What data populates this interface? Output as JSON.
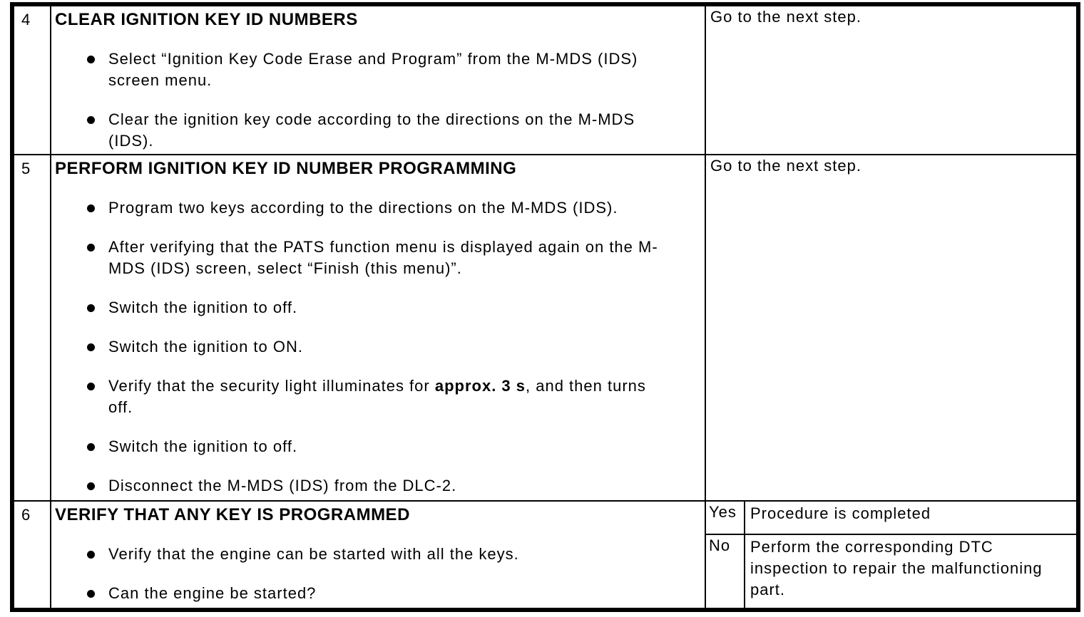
{
  "page": {
    "background": "#ffffff",
    "text_color": "#000000",
    "border_color": "#000000"
  },
  "table": {
    "rows": [
      {
        "step": "4",
        "title": "CLEAR IGNITION KEY ID NUMBERS",
        "bullets": [
          "Select “Ignition Key Code Erase and Program” from the M-MDS (IDS) screen menu.",
          "Clear the ignition key code according to the directions on the M-MDS (IDS)."
        ],
        "action": "Go to the next step."
      },
      {
        "step": "5",
        "title": "PERFORM IGNITION KEY ID NUMBER PROGRAMMING",
        "bullets": [
          "Program two keys according to the directions on the M-MDS (IDS).",
          "After verifying that the PATS function menu is displayed again on the M-MDS (IDS) screen, select “Finish (this menu)”.",
          "Switch the ignition to off.",
          "Switch the ignition to ON.",
          {
            "pre": "Verify that the security light illuminates for ",
            "bold": "approx. 3 s",
            "post": ", and then turns off."
          },
          "Switch the ignition to off.",
          "Disconnect the M-MDS (IDS) from the DLC-2."
        ],
        "action": "Go to the next step."
      },
      {
        "step": "6",
        "title": "VERIFY THAT ANY KEY IS PROGRAMMED",
        "bullets": [
          "Verify that the engine can be started with all the keys.",
          "Can the engine be started?"
        ],
        "outcomes": [
          {
            "answer": "Yes",
            "action": "Procedure is completed"
          },
          {
            "answer": "No",
            "action": "Perform the corresponding DTC inspection to repair the malfunctioning part."
          }
        ]
      }
    ]
  }
}
